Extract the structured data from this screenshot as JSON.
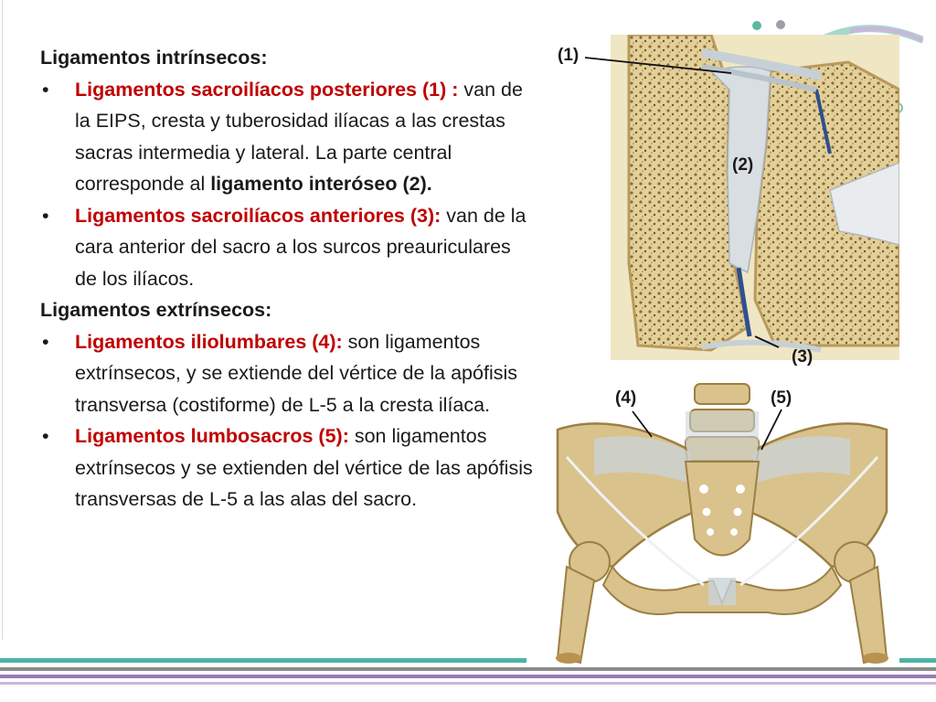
{
  "intrinsic_heading": "Ligamentos intrínsecos:",
  "bullets_intrinsic": [
    {
      "term": "Ligamentos sacroilíacos posteriores (1) :",
      "text": " van de la EIPS, cresta y tuberosidad ilíacas a las crestas sacras intermedia y lateral. La parte central corresponde al ",
      "bold_tail": "ligamento interóseo (2)."
    },
    {
      "term": "Ligamentos sacroilíacos anteriores (3):",
      "text": " van de la cara anterior del sacro a los surcos preauriculares de los ilíacos."
    }
  ],
  "extrinsic_heading": "Ligamentos extrínsecos:",
  "bullets_extrinsic": [
    {
      "term": "Ligamentos iliolumbares (4):",
      "text": " son ligamentos extrínsecos, y se extiende del vértice de la apófisis transversa (costiforme) de L-5 a la cresta ilíaca."
    },
    {
      "term": "Ligamentos lumbosacros (5):",
      "text": " son ligamentos extrínsecos y se extienden del vértice de las apófisis transversas de L-5 a las alas del sacro."
    }
  ],
  "callouts": {
    "c1": "(1)",
    "c2": "(2)",
    "c3": "(3)",
    "c4": "(4)",
    "c5": "(5)"
  },
  "colors": {
    "term": "#c00000",
    "bone": "#d9c28b",
    "ligament": "#c9d3d9",
    "band_teal": "#4fb3a5",
    "band_purple": "#9b7bb3",
    "band_gray": "#8c8c8c"
  }
}
